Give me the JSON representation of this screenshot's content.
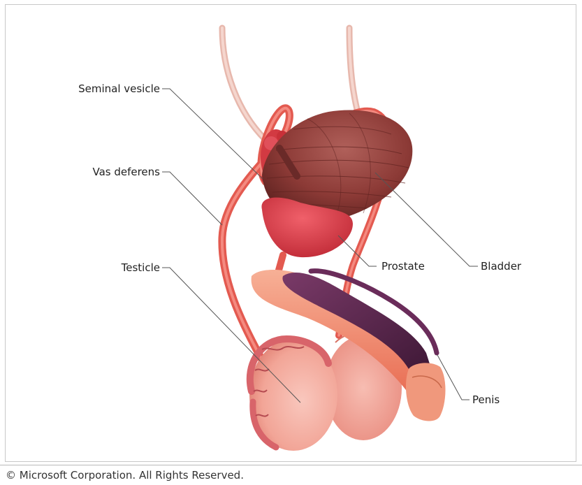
{
  "labels": {
    "seminal_vesicle": "Seminal vesicle",
    "vas_deferens": "Vas deferens",
    "testicle": "Testicle",
    "prostate": "Prostate",
    "bladder": "Bladder",
    "penis": "Penis"
  },
  "footer": {
    "copyright": "© Microsoft Corporation. All Rights Reserved."
  },
  "colors": {
    "tube": "#e8655a",
    "tube_light": "#f4a49a",
    "bladder": "#8c3a36",
    "bladder_dark": "#5e2220",
    "prostate": "#d83a44",
    "penis_shaft": "#4e2244",
    "testicle": "#f3aa9d",
    "glans": "#f0987c"
  }
}
